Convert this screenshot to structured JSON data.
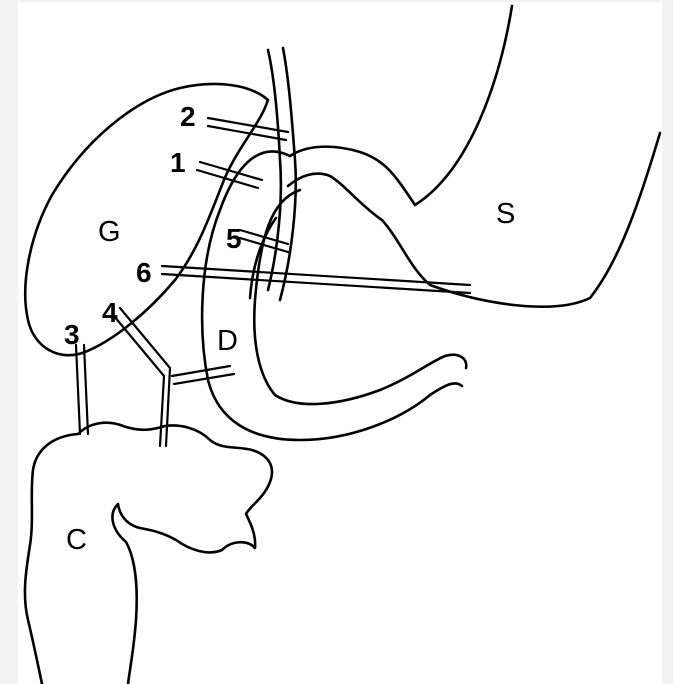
{
  "diagram": {
    "organ_labels": {
      "gallbladder": "G",
      "stomach": "S",
      "duodenum": "D",
      "colon": "C"
    },
    "connection_labels": [
      "1",
      "2",
      "3",
      "4",
      "5",
      "6"
    ]
  },
  "colors": {
    "stroke": "#000000",
    "paper": "#ffffff",
    "background": "#f2f2f2"
  }
}
